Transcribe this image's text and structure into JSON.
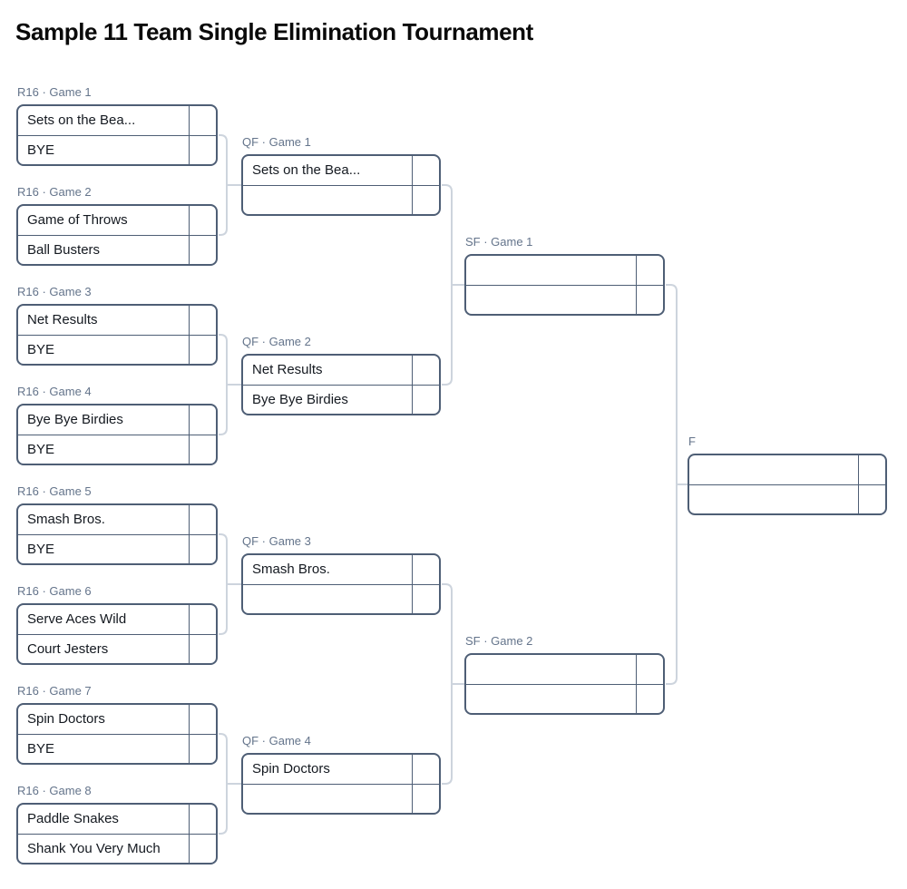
{
  "title": "Sample 11 Team Single Elimination Tournament",
  "colors": {
    "box_border": "#4e5e75",
    "label_text": "#64748b",
    "team_text": "#141920",
    "connector_line": "#cdd4dd",
    "background": "#ffffff"
  },
  "matches": [
    {
      "label": "R16 · Game 1",
      "top": {
        "name": "Sets on the Bea...",
        "score": ""
      },
      "bottom": {
        "name": "BYE",
        "score": ""
      }
    },
    {
      "label": "R16 · Game 2",
      "top": {
        "name": "Game of Throws",
        "score": ""
      },
      "bottom": {
        "name": "Ball Busters",
        "score": ""
      }
    },
    {
      "label": "R16 · Game 3",
      "top": {
        "name": "Net Results",
        "score": ""
      },
      "bottom": {
        "name": "BYE",
        "score": ""
      }
    },
    {
      "label": "R16 · Game 4",
      "top": {
        "name": "Bye Bye Birdies",
        "score": ""
      },
      "bottom": {
        "name": "BYE",
        "score": ""
      }
    },
    {
      "label": "R16 · Game 5",
      "top": {
        "name": "Smash Bros.",
        "score": ""
      },
      "bottom": {
        "name": "BYE",
        "score": ""
      }
    },
    {
      "label": "R16 · Game 6",
      "top": {
        "name": "Serve Aces Wild",
        "score": ""
      },
      "bottom": {
        "name": "Court Jesters",
        "score": ""
      }
    },
    {
      "label": "R16 · Game 7",
      "top": {
        "name": "Spin Doctors",
        "score": ""
      },
      "bottom": {
        "name": "BYE",
        "score": ""
      }
    },
    {
      "label": "R16 · Game 8",
      "top": {
        "name": "Paddle Snakes",
        "score": ""
      },
      "bottom": {
        "name": "Shank You Very Much",
        "score": ""
      }
    },
    {
      "label": "QF · Game 1",
      "top": {
        "name": "Sets on the Bea...",
        "score": ""
      },
      "bottom": {
        "name": "",
        "score": ""
      }
    },
    {
      "label": "QF · Game 2",
      "top": {
        "name": "Net Results",
        "score": ""
      },
      "bottom": {
        "name": "Bye Bye Birdies",
        "score": ""
      }
    },
    {
      "label": "QF · Game 3",
      "top": {
        "name": "Smash Bros.",
        "score": ""
      },
      "bottom": {
        "name": "",
        "score": ""
      }
    },
    {
      "label": "QF · Game 4",
      "top": {
        "name": "Spin Doctors",
        "score": ""
      },
      "bottom": {
        "name": "",
        "score": ""
      }
    },
    {
      "label": "SF · Game 1",
      "top": {
        "name": "",
        "score": ""
      },
      "bottom": {
        "name": "",
        "score": ""
      }
    },
    {
      "label": "SF · Game 2",
      "top": {
        "name": "",
        "score": ""
      },
      "bottom": {
        "name": "",
        "score": ""
      }
    },
    {
      "label": "F",
      "top": {
        "name": "",
        "score": ""
      },
      "bottom": {
        "name": "",
        "score": ""
      }
    }
  ]
}
